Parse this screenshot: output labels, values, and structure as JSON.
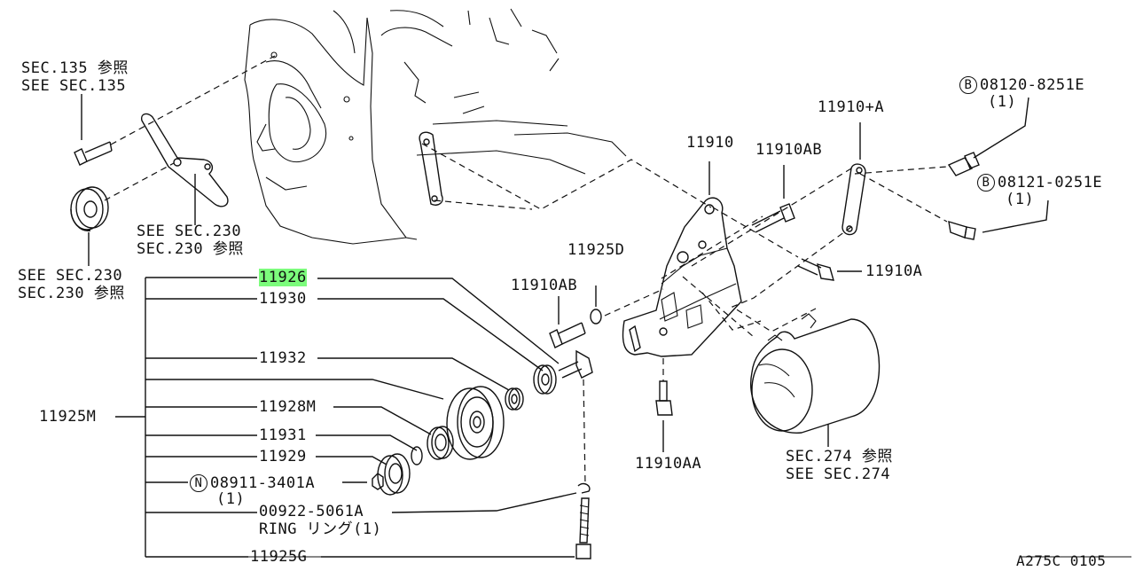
{
  "labels": {
    "sec135_jp": "SEC.135 参照",
    "sec135_en": "SEE SEC.135",
    "sec230_top_en": "SEE SEC.230",
    "sec230_top_jp": "SEC.230 参照",
    "sec230_left_en": "SEE SEC.230",
    "sec230_left_jp": "SEC.230 参照",
    "p11926": "11926",
    "p11930": "11930",
    "p11932": "11932",
    "p11928M": "11928M",
    "p11931": "11931",
    "p11929": "11929",
    "n_mark": "N",
    "n_part": "08911-3401A",
    "n_qty": "(1)",
    "p00922": "00922-5061A",
    "ring": "RING リング(1)",
    "p11925G": "11925G",
    "p11925M": "11925M",
    "p11910ABa": "11910AB",
    "p11925D": "11925D",
    "p11910": "11910",
    "p11910ABb": "11910AB",
    "p11910plusA": "11910+A",
    "b_mark1": "B",
    "b_part1": "08120-8251E",
    "b_qty1": "(1)",
    "b_mark2": "B",
    "b_part2": "08121-0251E",
    "b_qty2": "(1)",
    "p11910A": "11910A",
    "p11910AA": "11910AA",
    "sec274_jp": "SEC.274 参照",
    "sec274_en": "SEE SEC.274",
    "ref": "A275C 0105"
  },
  "colors": {
    "highlight": "#7CFC7C",
    "ink": "#111111"
  }
}
